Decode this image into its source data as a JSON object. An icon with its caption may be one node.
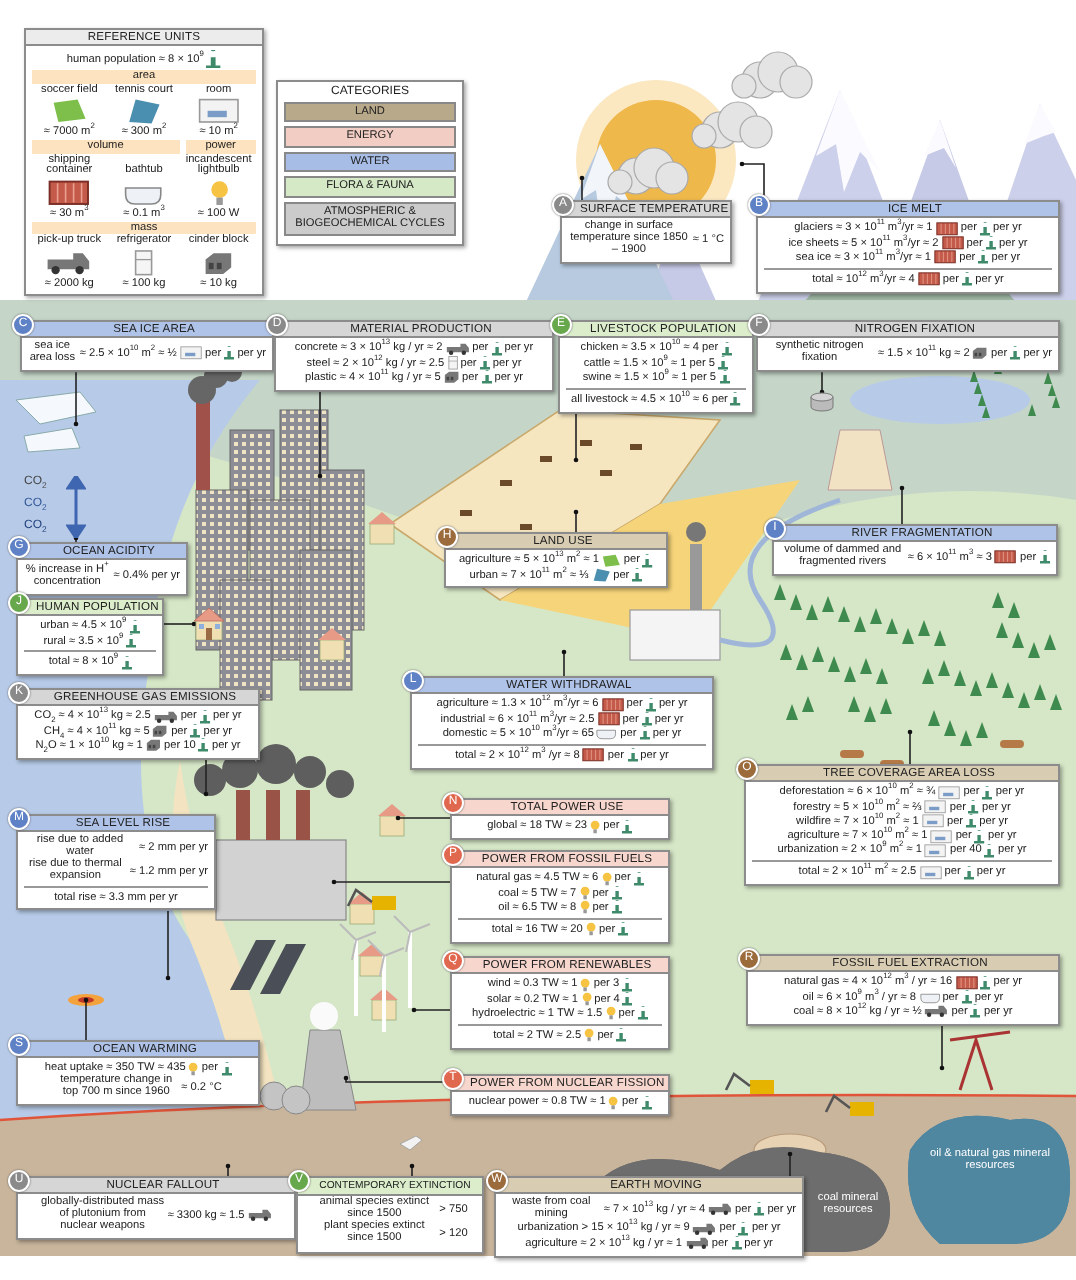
{
  "diagram": {
    "nodes": [
      {
        "text": [
          "REFERENCE UNITS",
          "human population ≈ 8 × 10$^{9}$",
          "area",
          "soccer field",
          "tennis court",
          "room",
          "≈ 7000 m$^{2}$",
          "≈ 300 m$^{2}$",
          "≈ 10 m$^{2}$",
          "volume",
          "power",
          "shipping container",
          "bathtub",
          "incandescent lightbulb",
          "≈ 30 m$^{3}$",
          "≈ 0.1 m$^{3}$",
          "≈ 100 W",
          "mass",
          "pick-up truck",
          "refrigerator",
          "cinder block",
          "≈ 2000 kg",
          "≈ 100 kg",
          "≈ 10 kg"
        ]
      },
      {
        "text": [
          "A",
          "SURFACE TEMPERATURE",
          "change in surface temperature since 1850 – 1900",
          "≈ 1 °C"
        ]
      },
      {
        "text": [
          "B",
          "ICE MELT",
          "glaciers ≈ 3 × 10$^{11}$ m$^{3}$/yr ≈ 1",
          "per",
          "per yr",
          "ice sheets ≈ 5 × 10$^{11}$ m$^{3}$/yr ≈ 2",
          "per",
          "per yr",
          "sea ice ≈ 3 × 10$^{11}$ m$^{3}$/yr ≈ 1",
          "per",
          "per yr",
          "total ≈ 10$^{12}$ m$^{3}$/yr ≈ 4",
          "per",
          "per yr"
        ]
      },
      {
        "text": [
          "C",
          "SEA ICE AREA",
          "sea ice area loss",
          "≈ 2.5 × 10$^{10}$ m$^{2}$ ≈ ½",
          "per",
          "per yr"
        ]
      },
      {
        "text": [
          "D",
          "MATERIAL PRODUCTION",
          "concrete ≈ 3 × 10$^{13}$ kg / yr ≈ 2",
          "per",
          "per yr",
          "steel ≈ 2 × 10$^{12}$ kg / yr ≈ 2.5",
          "per",
          "per yr",
          "plastic ≈ 4 × 10$^{11}$ kg / yr ≈ 5",
          "per",
          "per yr"
        ]
      },
      {
        "text": [
          "E",
          "LIVESTOCK POPULATION",
          "chicken ≈ 3.5 × 10$^{10}$ ≈ 4 per",
          "cattle ≈ 1.5 × 10$^{9}$ ≈ 1 per 5",
          "swine ≈ 1.5 × 10$^{9}$ ≈ 1 per 5",
          "all livestock ≈ 4.5 × 10$^{10}$ ≈ 6 per"
        ]
      },
      {
        "text": [
          "F",
          "NITROGEN FIXATION",
          "synthetic nitrogen fixation",
          "≈ 1.5 × 10$^{11}$ kg ≈ 2",
          "per",
          "per yr"
        ]
      },
      {
        "text": [
          "G",
          "OCEAN ACIDITY",
          "% increase in H$^{+}$ concentration",
          "≈ 0.4% per yr"
        ]
      },
      {
        "text": [
          "H",
          "LAND USE",
          "agriculture ≈ 5 × 10$^{13}$ m$^{2}$ ≈ 1",
          "per",
          "urban ≈ 7 × 10$^{11}$ m$^{2}$ ≈ ⅓",
          "per"
        ]
      },
      {
        "text": [
          "I",
          "RIVER FRAGMENTATION",
          "volume of dammed and fragmented rivers",
          "≈ 6 × 10$^{11}$ m$^{3}$ ≈ 3",
          "per"
        ]
      },
      {
        "text": [
          "J",
          "HUMAN POPULATION",
          "urban ≈ 4.5 × 10$^{9}$",
          "rural ≈ 3.5 × 10$^{9}$",
          "total ≈ 8 × 10$^{9}$"
        ]
      },
      {
        "text": [
          "K",
          "GREENHOUSE GAS EMISSIONS",
          "CO$_{2}$ ≈ 4 × 10$^{13}$ kg ≈ 2.5",
          "per",
          "per yr",
          "CH$_{4}$ ≈ 4 × 10$^{11}$ kg ≈ 5",
          "per",
          "per yr",
          "N$_{2}$O ≈ 1 × 10$^{10}$ kg ≈ 1",
          "per 10",
          "per yr"
        ]
      },
      {
        "text": [
          "L",
          "WATER WITHDRAWAL",
          "agriculture ≈ 1.3 × 10$^{12}$ m$^{3}$/yr ≈ 6",
          "per",
          "per yr",
          "industrial ≈ 6 × 10$^{11}$ m$^{3}$/yr ≈ 2.5",
          "per",
          "per yr",
          "domestic ≈ 5 × 10$^{10}$ m$^{3}$/yr ≈ 65",
          "per",
          "per yr",
          "total ≈ 2 × 10$^{12}$ m$^{3}$ /yr ≈ 8",
          "per",
          "per yr"
        ]
      },
      {
        "text": [
          "M",
          "SEA LEVEL RISE",
          "rise due to added water",
          "≈ 2 mm per yr",
          "rise due to thermal expansion",
          "≈ 1.2 mm per yr",
          "total rise ≈ 3.3 mm per yr"
        ]
      },
      {
        "text": [
          "N",
          "TOTAL POWER USE",
          "global ≈ 18 TW ≈ 23",
          "per"
        ]
      },
      {
        "text": [
          "O",
          "TREE COVERAGE AREA LOSS",
          "deforestation ≈ 6 × 10$^{10}$ m$^{2}$ ≈ ¾",
          "per",
          "per yr",
          "forestry ≈ 5 × 10$^{10}$ m$^{2}$ ≈ ⅔",
          "per",
          "per yr",
          "wildfire ≈ 7 × 10$^{10}$ m$^{2}$ ≈ 1",
          "per",
          "per yr",
          "agriculture ≈ 7 × 10$^{10}$ m$^{2}$ ≈ 1",
          "per",
          "per yr",
          "urbanization ≈ 2 × 10$^{9}$ m$^{2}$ ≈ 1",
          "per 40",
          "per yr",
          "total ≈ 2 × 10$^{11}$ m$^{2}$ ≈ 2.5",
          "per",
          "per yr"
        ]
      },
      {
        "text": [
          "P",
          "POWER FROM FOSSIL FUELS",
          "natural gas ≈ 4.5 TW ≈ 6",
          "per",
          "coal ≈ 5 TW ≈ 7",
          "per",
          "oil ≈ 6.5 TW ≈ 8",
          "per",
          "total ≈ 16 TW ≈ 20",
          "per"
        ]
      },
      {
        "text": [
          "Q",
          "POWER FROM RENEWABLES",
          "wind ≈ 0.3 TW ≈ 1",
          "per 3",
          "solar ≈ 0.2 TW ≈ 1",
          "per 4",
          "hydroelectric ≈ 1 TW ≈ 1.5",
          "per",
          "total ≈ 2 TW ≈ 2.5",
          "per"
        ]
      },
      {
        "text": [
          "R",
          "FOSSIL FUEL EXTRACTION",
          "natural gas ≈ 4 × 10$^{12}$ m$^{3}$ / yr ≈ 16",
          "per yr",
          "oil ≈ 6 × 10$^{9}$ m$^{3}$ / yr ≈ 8",
          "per",
          "per yr",
          "coal ≈ 8 × 10$^{12}$ kg / yr ≈ ½",
          "per",
          "per yr"
        ]
      },
      {
        "text": [
          "S",
          "OCEAN WARMING",
          "heat uptake ≈ 350 TW ≈ 435",
          "per",
          "temperature change in top 700 m since 1960",
          "≈ 0.2 °C"
        ]
      },
      {
        "text": [
          "T",
          "POWER FROM NUCLEAR FISSION",
          "nuclear power ≈ 0.8 TW ≈ 1",
          "per"
        ]
      },
      {
        "text": [
          "U",
          "NUCLEAR FALLOUT",
          "globally-distributed mass of plutonium from nuclear weapons",
          "≈ 3300 kg ≈ 1.5"
        ]
      },
      {
        "text": [
          "V",
          "CONTEMPORARY EXTINCTION",
          "animal species extinct since 1500",
          "> 750",
          "plant species extinct since 1500",
          "> 120"
        ]
      },
      {
        "text": [
          "W",
          "EARTH MOVING",
          "waste from coal mining",
          "≈ 7 × 10$^{13}$ kg / yr ≈ 4",
          "per",
          "per yr",
          "urbanization > 15 × 10$^{13}$ kg / yr ≈ 9",
          "per",
          "per yr",
          "agriculture ≈ 2 × 10$^{13}$ kg / yr ≈ 1",
          "per",
          "per yr"
        ]
      },
      {
        "text": [
          "coal mineral resources"
        ]
      },
      {
        "text": [
          "oil & natural gas mineral resources"
        ]
      },
      {
        "text": [],
        "shape": "picture",
        "beside": [
          "CO$_{2}$",
          "CO$_{2}$",
          "CO$_{2}$"
        ]
      },
      {
        "text": [],
        "shape": "picture"
      },
      {
        "text": [],
        "shape": "cylinder"
      }
    ],
    "edges": [
      {
        "from": 1,
        "to": null,
        "arrow": "other"
      },
      {
        "from": 2,
        "to": null,
        "arrow": "other"
      },
      {
        "from": 3,
        "to": null,
        "arrow": "other"
      },
      {
        "from": 4,
        "to": null,
        "arrow": "other"
      },
      {
        "from": 5,
        "to": null,
        "arrow": "other"
      },
      {
        "from": 6,
        "to": 28,
        "arrow": "other"
      },
      {
        "from": 7,
        "to": 26,
        "arrow": "other"
      },
      {
        "from": 8,
        "to": null,
        "arrow": "other"
      },
      {
        "from": 9,
        "to": null,
        "arrow": "other"
      },
      {
        "from": 10,
        "to": 27,
        "arrow": "other"
      },
      {
        "from": 11,
        "to": null,
        "arrow": "other"
      },
      {
        "from": 12,
        "to": null,
        "arrow": "other"
      },
      {
        "from": 13,
        "to": null,
        "arrow": "other"
      },
      {
        "from": 14,
        "to": null,
        "arrow": "other"
      },
      {
        "from": 15,
        "to": null,
        "arrow": "other"
      },
      {
        "from": 16,
        "to": null,
        "arrow": "other"
      },
      {
        "from": 17,
        "to": null,
        "arrow": "other"
      },
      {
        "from": 18,
        "to": null,
        "arrow": "other"
      },
      {
        "from": 19,
        "to": null,
        "arrow": "other"
      },
      {
        "from": 20,
        "to": null,
        "arrow": "other"
      },
      {
        "from": 21,
        "to": null,
        "arrow": "other"
      },
      {
        "from": 22,
        "to": null,
        "arrow": "other"
      },
      {
        "from": 23,
        "to": null,
        "arrow": "other"
      }
    ],
    "labels": [
      "CATEGORIES"
    ],
    "legend": [
      {
        "text": "LAND",
        "color": "#b8a98a"
      },
      {
        "text": "ENERGY",
        "color": "#f2cdc4"
      },
      {
        "text": "WATER",
        "color": "#a7bde6"
      },
      {
        "text": "FLORA & FAUNA",
        "color": "#d5e9c6"
      },
      {
        "text": "ATMOSPHERIC & BIOGEOCHEMICAL CYCLES",
        "color": "#cbcbcb"
      }
    ]
  }
}
